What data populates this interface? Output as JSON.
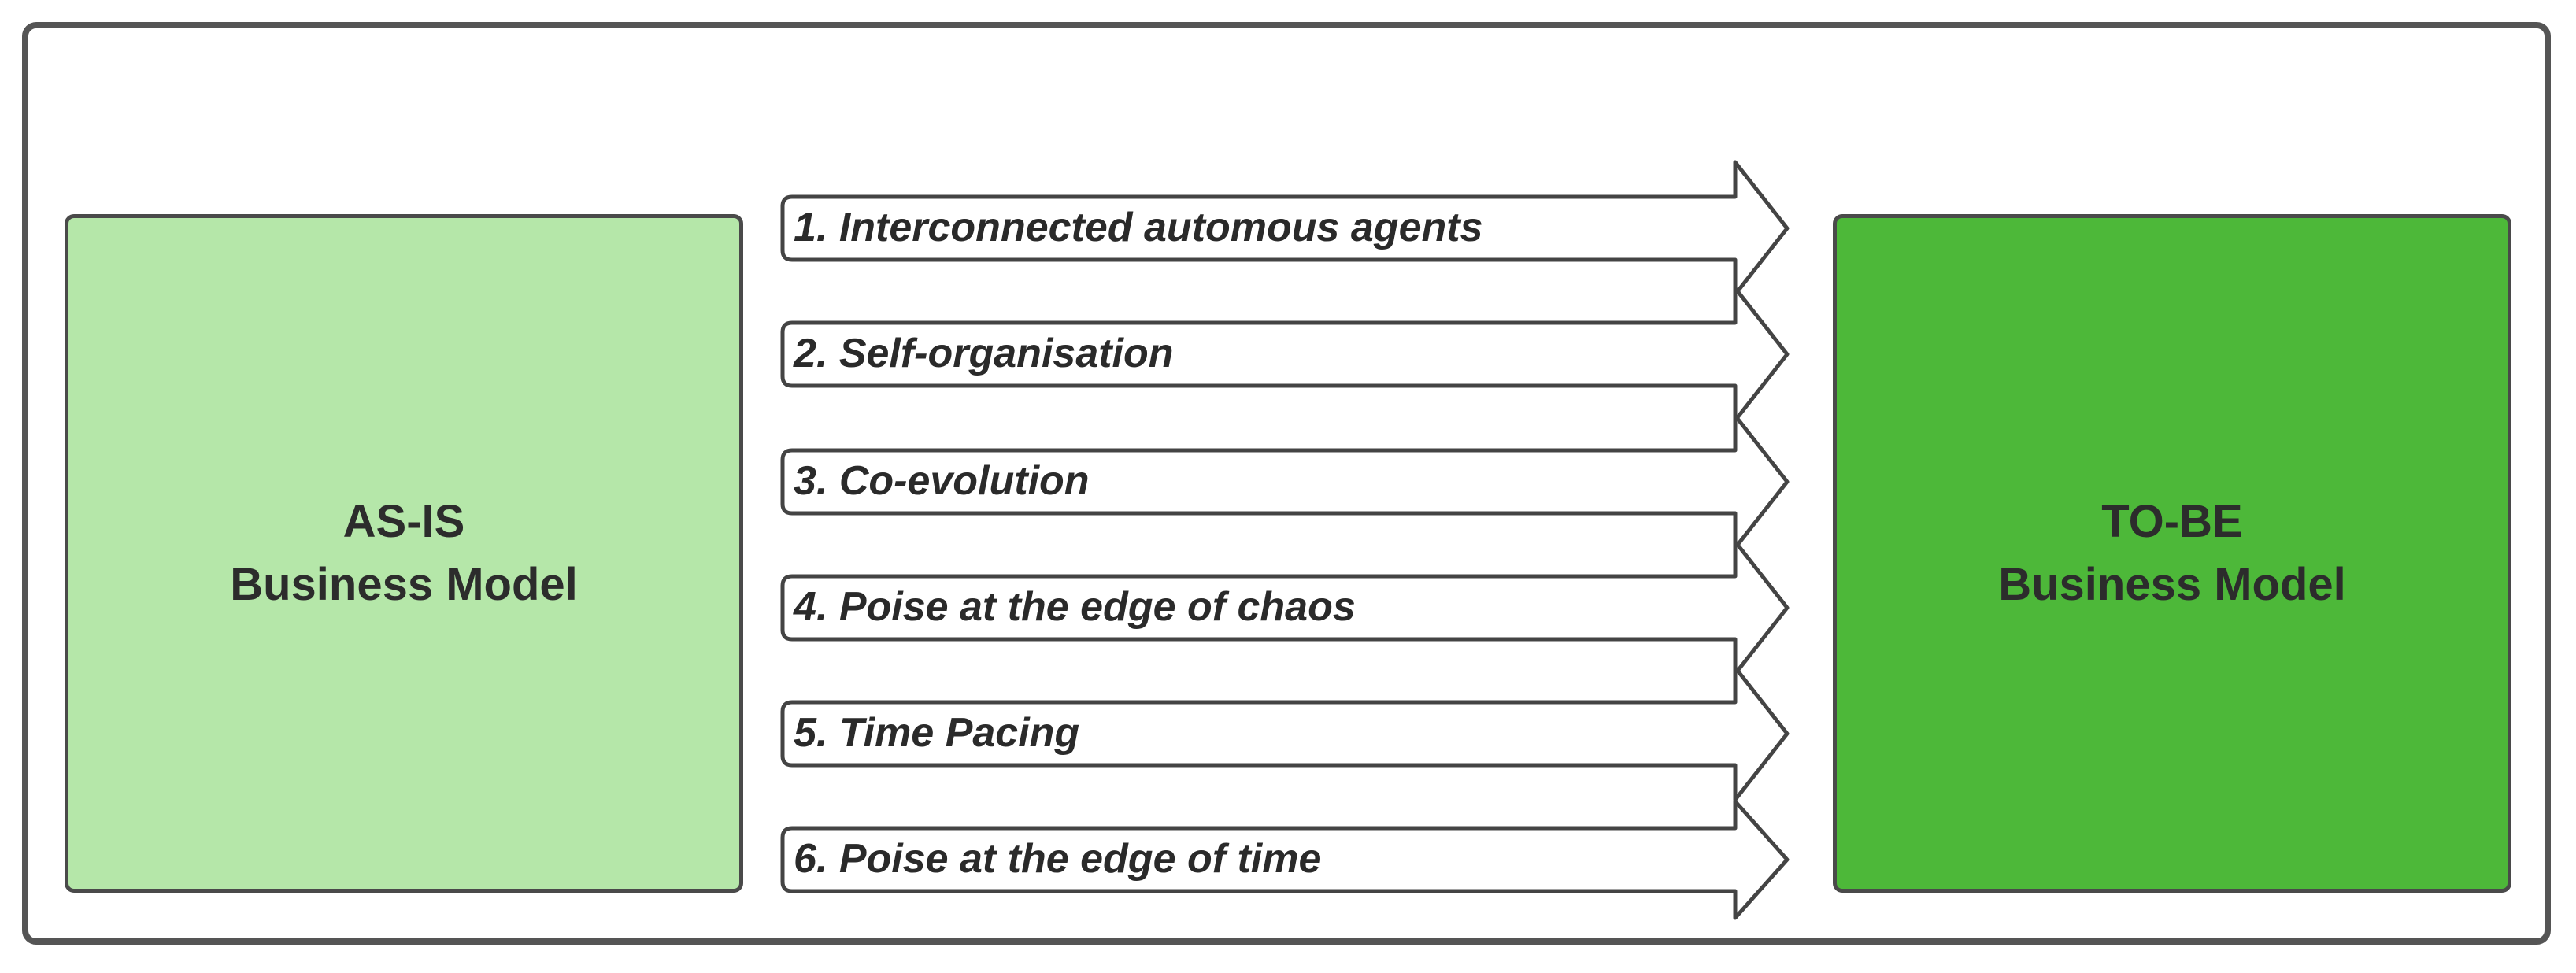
{
  "left_box": {
    "line1": "AS-IS",
    "line2": "Business Model",
    "fill": "#b5e7a9"
  },
  "right_box": {
    "line1": "TO-BE",
    "line2": "Business Model",
    "fill": "#4db839"
  },
  "arrows": [
    {
      "label": "1.  Interconnected automous agents"
    },
    {
      "label": "2. Self-organisation"
    },
    {
      "label": "3. Co-evolution"
    },
    {
      "label": "4. Poise at the edge of chaos"
    },
    {
      "label": "5. Time Pacing"
    },
    {
      "label": "6. Poise at the edge of time"
    }
  ]
}
